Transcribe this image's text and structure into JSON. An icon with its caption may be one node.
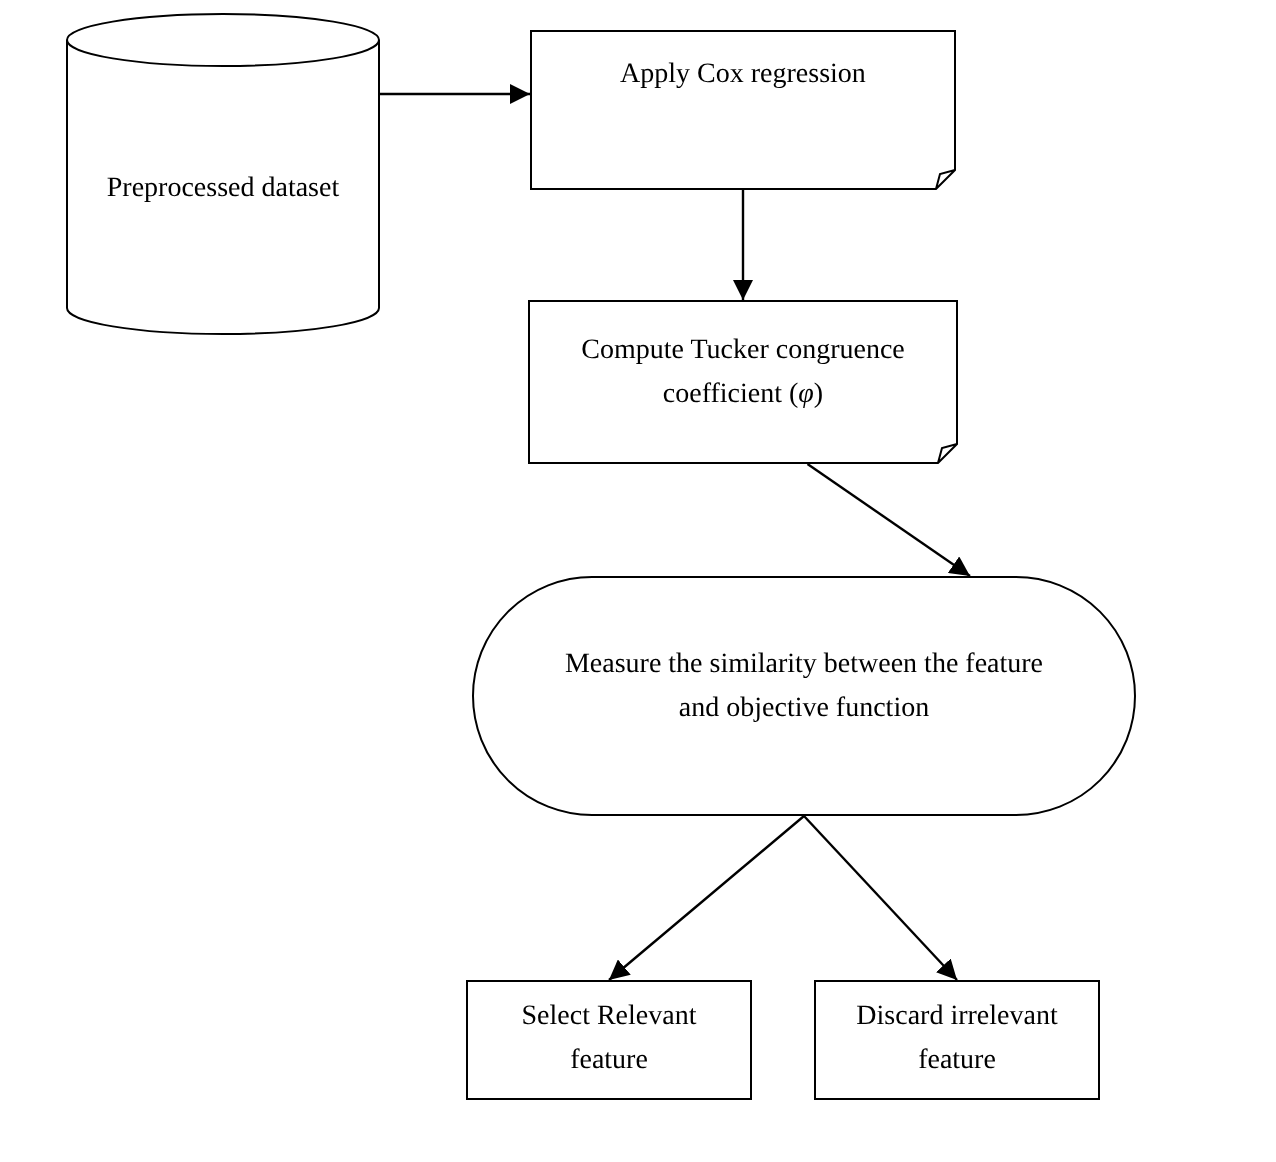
{
  "diagram": {
    "nodes": [
      {
        "text": [
          "Preprocessed dataset"
        ]
      },
      {
        "text": [
          "Apply Cox regression"
        ]
      },
      {
        "text": [
          "Compute Tucker congruence coefficient (*φ*)"
        ]
      },
      {
        "text": [
          "Measure the similarity between the feature and objective function"
        ]
      },
      {
        "text": [
          "Select Relevant feature"
        ]
      },
      {
        "text": [
          "Discard irrelevant feature"
        ]
      }
    ],
    "edges": [
      {
        "from": 0,
        "to": 1,
        "arrow": "to"
      },
      {
        "from": 1,
        "to": 2,
        "arrow": "to"
      },
      {
        "from": 2,
        "to": 3,
        "arrow": "to"
      },
      {
        "from": 3,
        "to": 4,
        "arrow": "to"
      },
      {
        "from": 3,
        "to": 5,
        "arrow": "to"
      }
    ]
  }
}
